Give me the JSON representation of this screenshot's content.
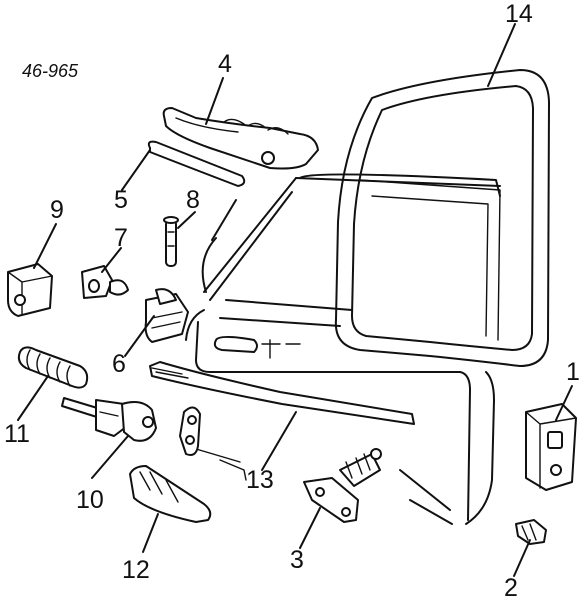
{
  "diagram": {
    "reference_code": "46-965",
    "callouts": [
      "1",
      "2",
      "3",
      "4",
      "5",
      "6",
      "7",
      "8",
      "9",
      "10",
      "11",
      "12",
      "13",
      "14"
    ]
  }
}
